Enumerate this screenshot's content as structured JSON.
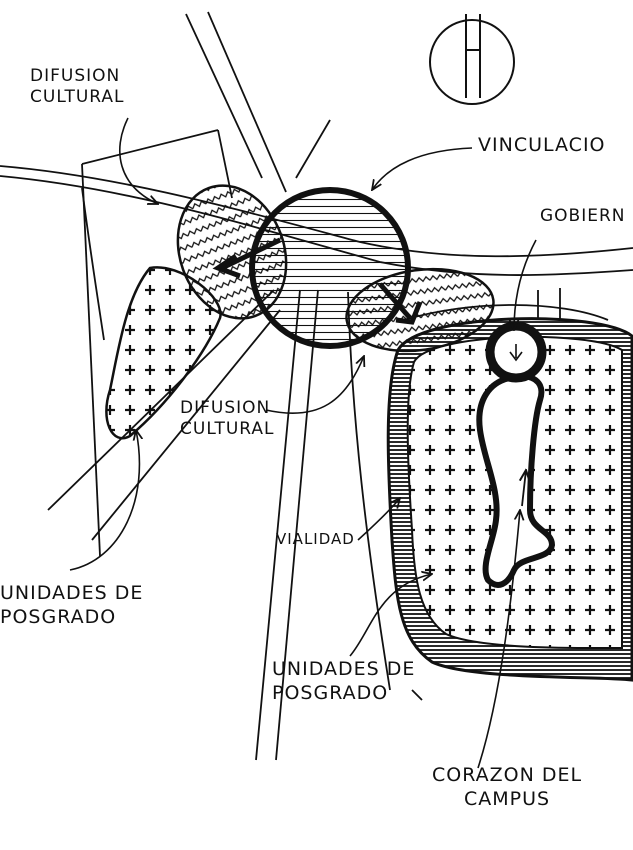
{
  "labels": {
    "difusion_cultural_top": [
      "DIFUSION",
      "CULTURAL"
    ],
    "vinculacion": "VINCULACIO",
    "gobierno": "GOBIERN",
    "difusion_cultural_mid": [
      "DIFUSION",
      "CULTURAL"
    ],
    "vialidad": "VIALIDAD",
    "unidades_posgrado_left": [
      "UNIDADES DE",
      "POSGRADO"
    ],
    "unidades_posgrado_right": [
      "UNIDADES DE",
      "POSGRADO"
    ],
    "corazon_campus": [
      "CORAZON DEL",
      "CAMPUS"
    ]
  },
  "colors": {
    "ink": "#111111",
    "background": "#ffffff"
  },
  "icons": [
    "north-arrow-icon"
  ]
}
